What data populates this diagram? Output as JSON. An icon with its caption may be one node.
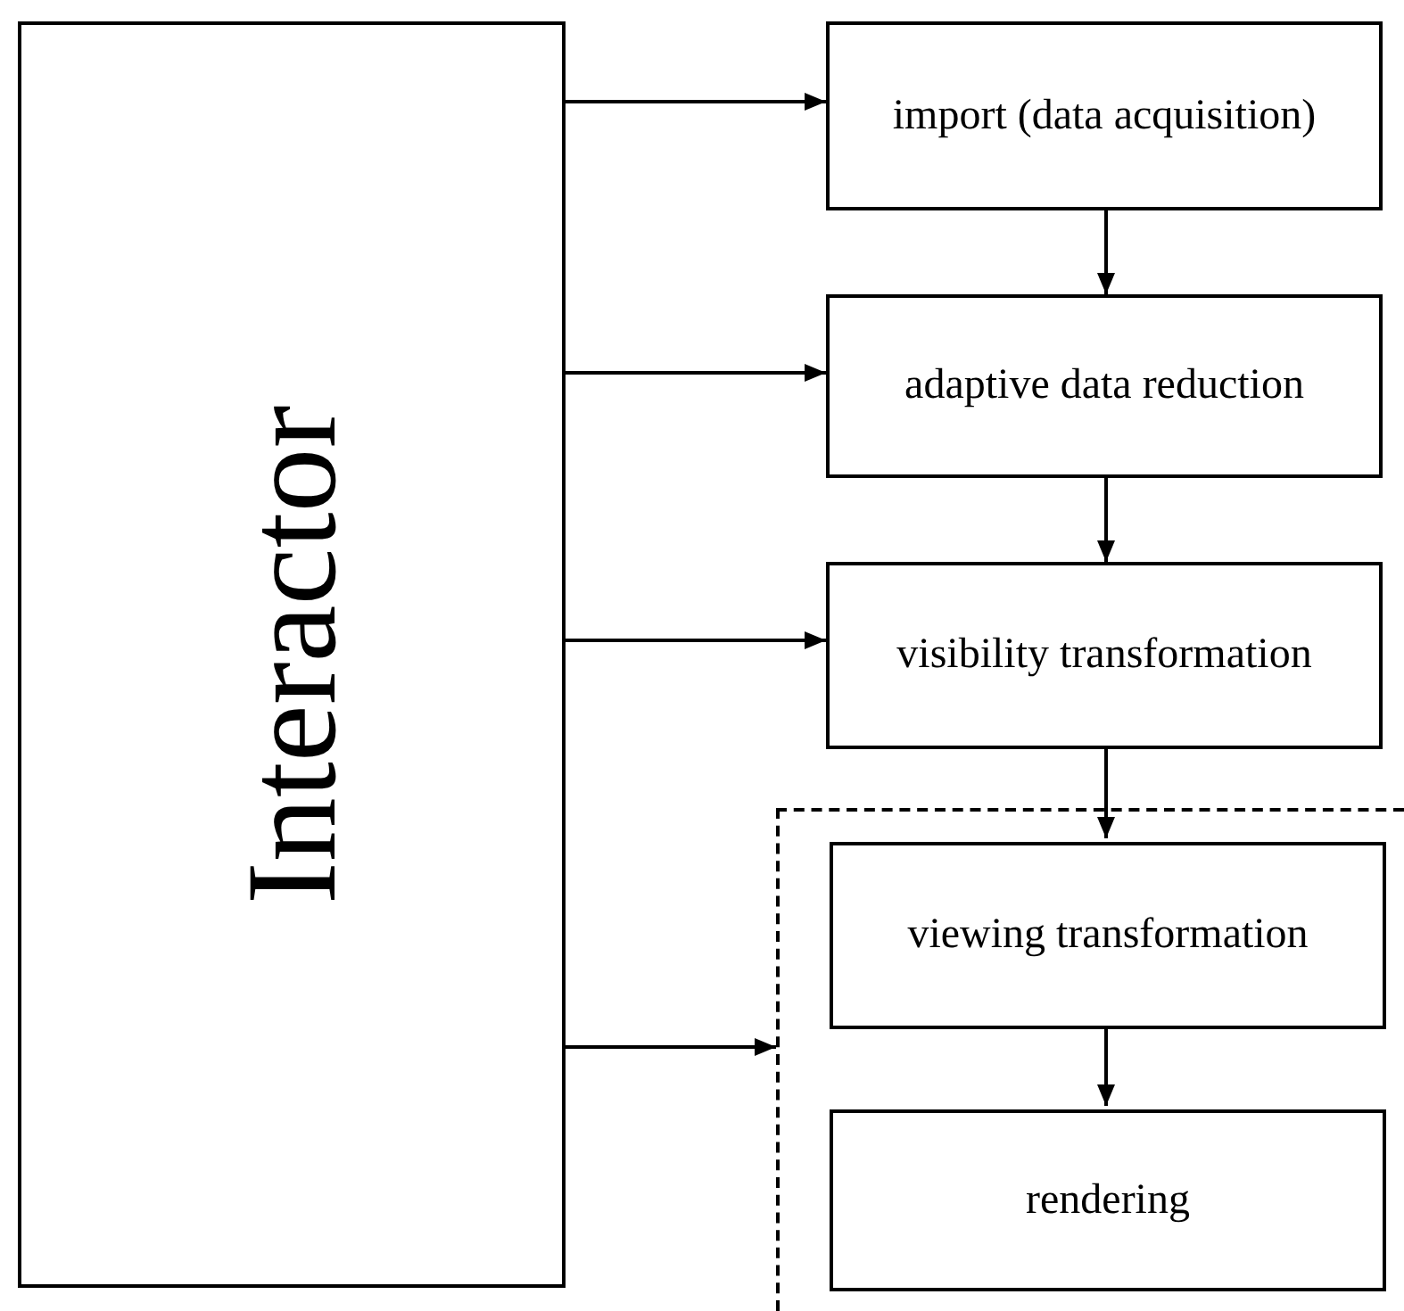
{
  "diagram": {
    "nodes": [
      {
        "text": [
          "Interactor"
        ]
      },
      {
        "text": [
          "import (data acquisition)"
        ]
      },
      {
        "text": [
          "adaptive data reduction"
        ]
      },
      {
        "text": [
          "visibility transformation"
        ]
      },
      {
        "text": [],
        "shape": "box"
      },
      {
        "text": [
          "viewing transformation"
        ],
        "in": 4
      },
      {
        "text": [
          "rendering"
        ],
        "in": 4
      }
    ],
    "edges": [
      {
        "from": 0,
        "to": 1,
        "arrow": "to"
      },
      {
        "from": 0,
        "to": 2,
        "arrow": "to"
      },
      {
        "from": 0,
        "to": 3,
        "arrow": "to"
      },
      {
        "from": 0,
        "to": 4,
        "arrow": "to"
      },
      {
        "from": 1,
        "to": 2,
        "arrow": "to"
      },
      {
        "from": 2,
        "to": 3,
        "arrow": "to"
      },
      {
        "from": 3,
        "to": 5,
        "arrow": "to"
      },
      {
        "from": 5,
        "to": 6,
        "arrow": "to"
      }
    ]
  }
}
